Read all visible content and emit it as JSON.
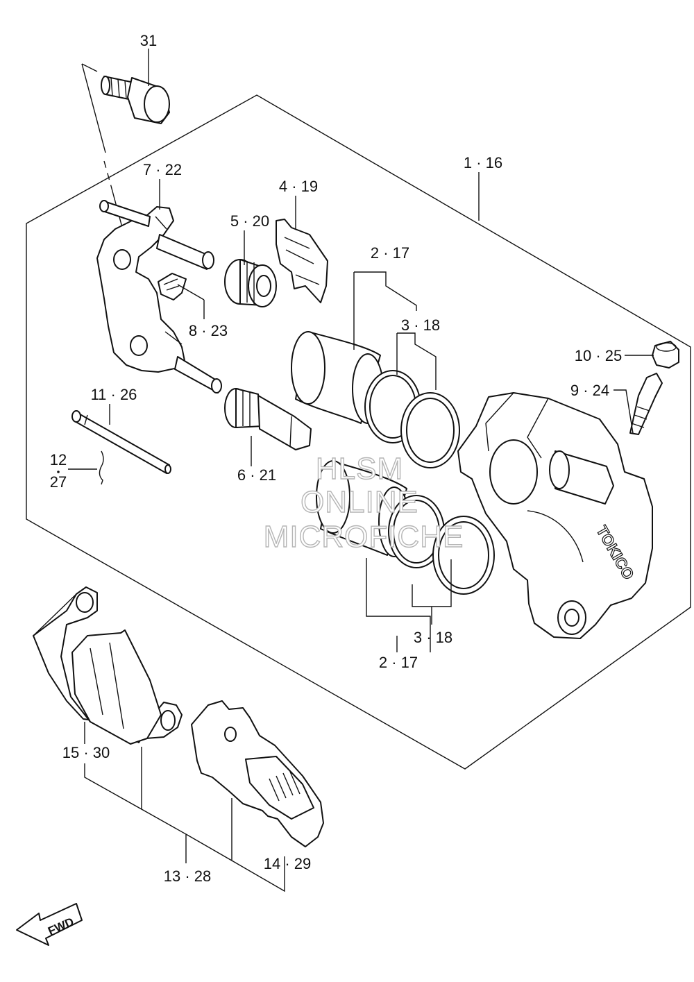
{
  "labels": {
    "l31": "31",
    "l7_22": "7 · 22",
    "l4_19": "4 · 19",
    "l1_16": "1 · 16",
    "l5_20": "5 · 20",
    "l2_17a": "2 · 17",
    "l3_18a": "3 · 18",
    "l8_23": "8 · 23",
    "l10_25": "10 · 25",
    "l9_24": "9 · 24",
    "l11_26": "11 · 26",
    "l12": "12",
    "l27": "27",
    "l6_21": "6 · 21",
    "l3_18b": "3 · 18",
    "l2_17b": "2 · 17",
    "l15_30": "15 · 30",
    "l14_29": "14 · 29",
    "l13_28": "13 · 28"
  },
  "watermark": {
    "line1": "HLSM",
    "line2": "ONLINE",
    "line3": "MICROFICHE"
  },
  "caliper_brand": "TOKICO",
  "direction_arrow": "FWD"
}
